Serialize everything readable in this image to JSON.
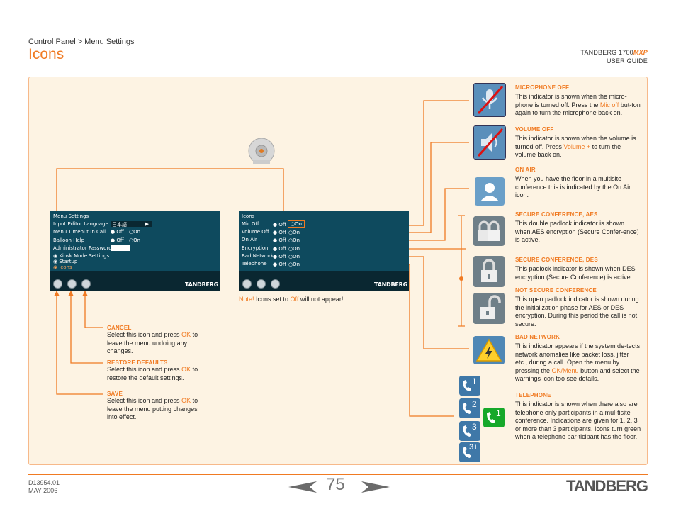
{
  "header": {
    "breadcrumb": "Control Panel > Menu Settings",
    "title": "Icons",
    "product": "TANDBERG 1700",
    "product_suffix": "MXP",
    "guide": "USER GUIDE"
  },
  "menu_settings": {
    "title": "Menu Settings",
    "rows": [
      {
        "label": "Input Editor Language",
        "value": "日本語"
      },
      {
        "label": "Menu Timeout In Call",
        "off": "Off",
        "on": "On"
      },
      {
        "label": "Balloon Help",
        "off": "Off",
        "on": "On"
      },
      {
        "label": "Administrator Password"
      },
      {
        "label": "Kiosk Mode Settings"
      },
      {
        "label": "Startup"
      },
      {
        "label": "Icons"
      }
    ],
    "logo": "TANDBERG"
  },
  "icons_menu": {
    "title": "Icons",
    "rows": [
      {
        "label": "Mic Off",
        "off": "Off",
        "on": "On"
      },
      {
        "label": "Volume Off",
        "off": "Off",
        "on": "On"
      },
      {
        "label": "On Air",
        "off": "Off",
        "on": "On"
      },
      {
        "label": "Encryption",
        "off": "Off",
        "on": "On"
      },
      {
        "label": "Bad Network",
        "off": "Off",
        "on": "On"
      },
      {
        "label": "Telephone",
        "off": "Off",
        "on": "On"
      }
    ],
    "logo": "TANDBERG"
  },
  "note": {
    "prefix": "Note!",
    "t1": " Icons set to ",
    "off": "Off",
    "t2": " will not appear!"
  },
  "buttons": {
    "cancel": {
      "title": "CANCEL",
      "t1": "Select this icon and press ",
      "key": "OK",
      "t2": " to leave the menu undoing any changes."
    },
    "restore": {
      "title": "RESTORE DEFAULTS",
      "t1": "Select this icon and press ",
      "key": "OK",
      "t2": " to restore the default settings."
    },
    "save": {
      "title": "SAVE",
      "t1": "Select this icon and press ",
      "key": "OK",
      "t2": " to leave the menu putting changes into effect."
    }
  },
  "descriptions": {
    "mic_off": {
      "title": "MICROPHONE OFF",
      "t1": "This indicator is shown when the micro-phone is turned off. Press the ",
      "key": "Mic off",
      "t2": " but-ton again to turn the microphone back on."
    },
    "volume_off": {
      "title": "VOLUME OFF",
      "t1": "This indicator is shown when the volume is turned off. Press ",
      "key": "Volume +",
      "t2": " to turn the volume back on."
    },
    "on_air": {
      "title": "ON AIR",
      "text": "When you have the floor in a multisite conference this is indicated by the On Air icon."
    },
    "secure_aes": {
      "title": "SECURE CONFERENCE, AES",
      "text": "This double padlock indicator is shown when AES encryption (Secure Confer-ence) is active."
    },
    "secure_des": {
      "title": "SECURE CONFERENCE, DES",
      "text": "This padlock indicator is shown when DES encryption (Secure Conference) is active."
    },
    "not_secure": {
      "title": "NOT SECURE CONFERENCE",
      "text": "This open padlock indicator is shown during the initialization phase for AES or DES encryption. During this period the call is not secure."
    },
    "bad_network": {
      "title": "BAD NETWORK",
      "t1": "This indicator appears if the system de-tects network anomalies like packet loss, jitter etc., during a call. Open the menu by pressing the ",
      "key": "OK/Menu",
      "t2": " button and select the warnings icon too see details."
    },
    "telephone": {
      "title": "TELEPHONE",
      "text": "This indicator is shown when there also are telephone only participants in a mul-tisite conference. Indications are given for 1, 2, 3 or more than 3 participants. Icons turn green when a telephone par-ticipant has the floor."
    }
  },
  "phone_icons": [
    "1",
    "2",
    "3",
    "3+",
    "1"
  ],
  "colors": {
    "accent": "#f07a22",
    "menu_bg": "#0e4a5e",
    "panel_bg": "#fdf3e3"
  },
  "footer": {
    "doc_id": "D13954.01",
    "date": "MAY 2006",
    "page": "75",
    "logo": "TANDBERG"
  }
}
